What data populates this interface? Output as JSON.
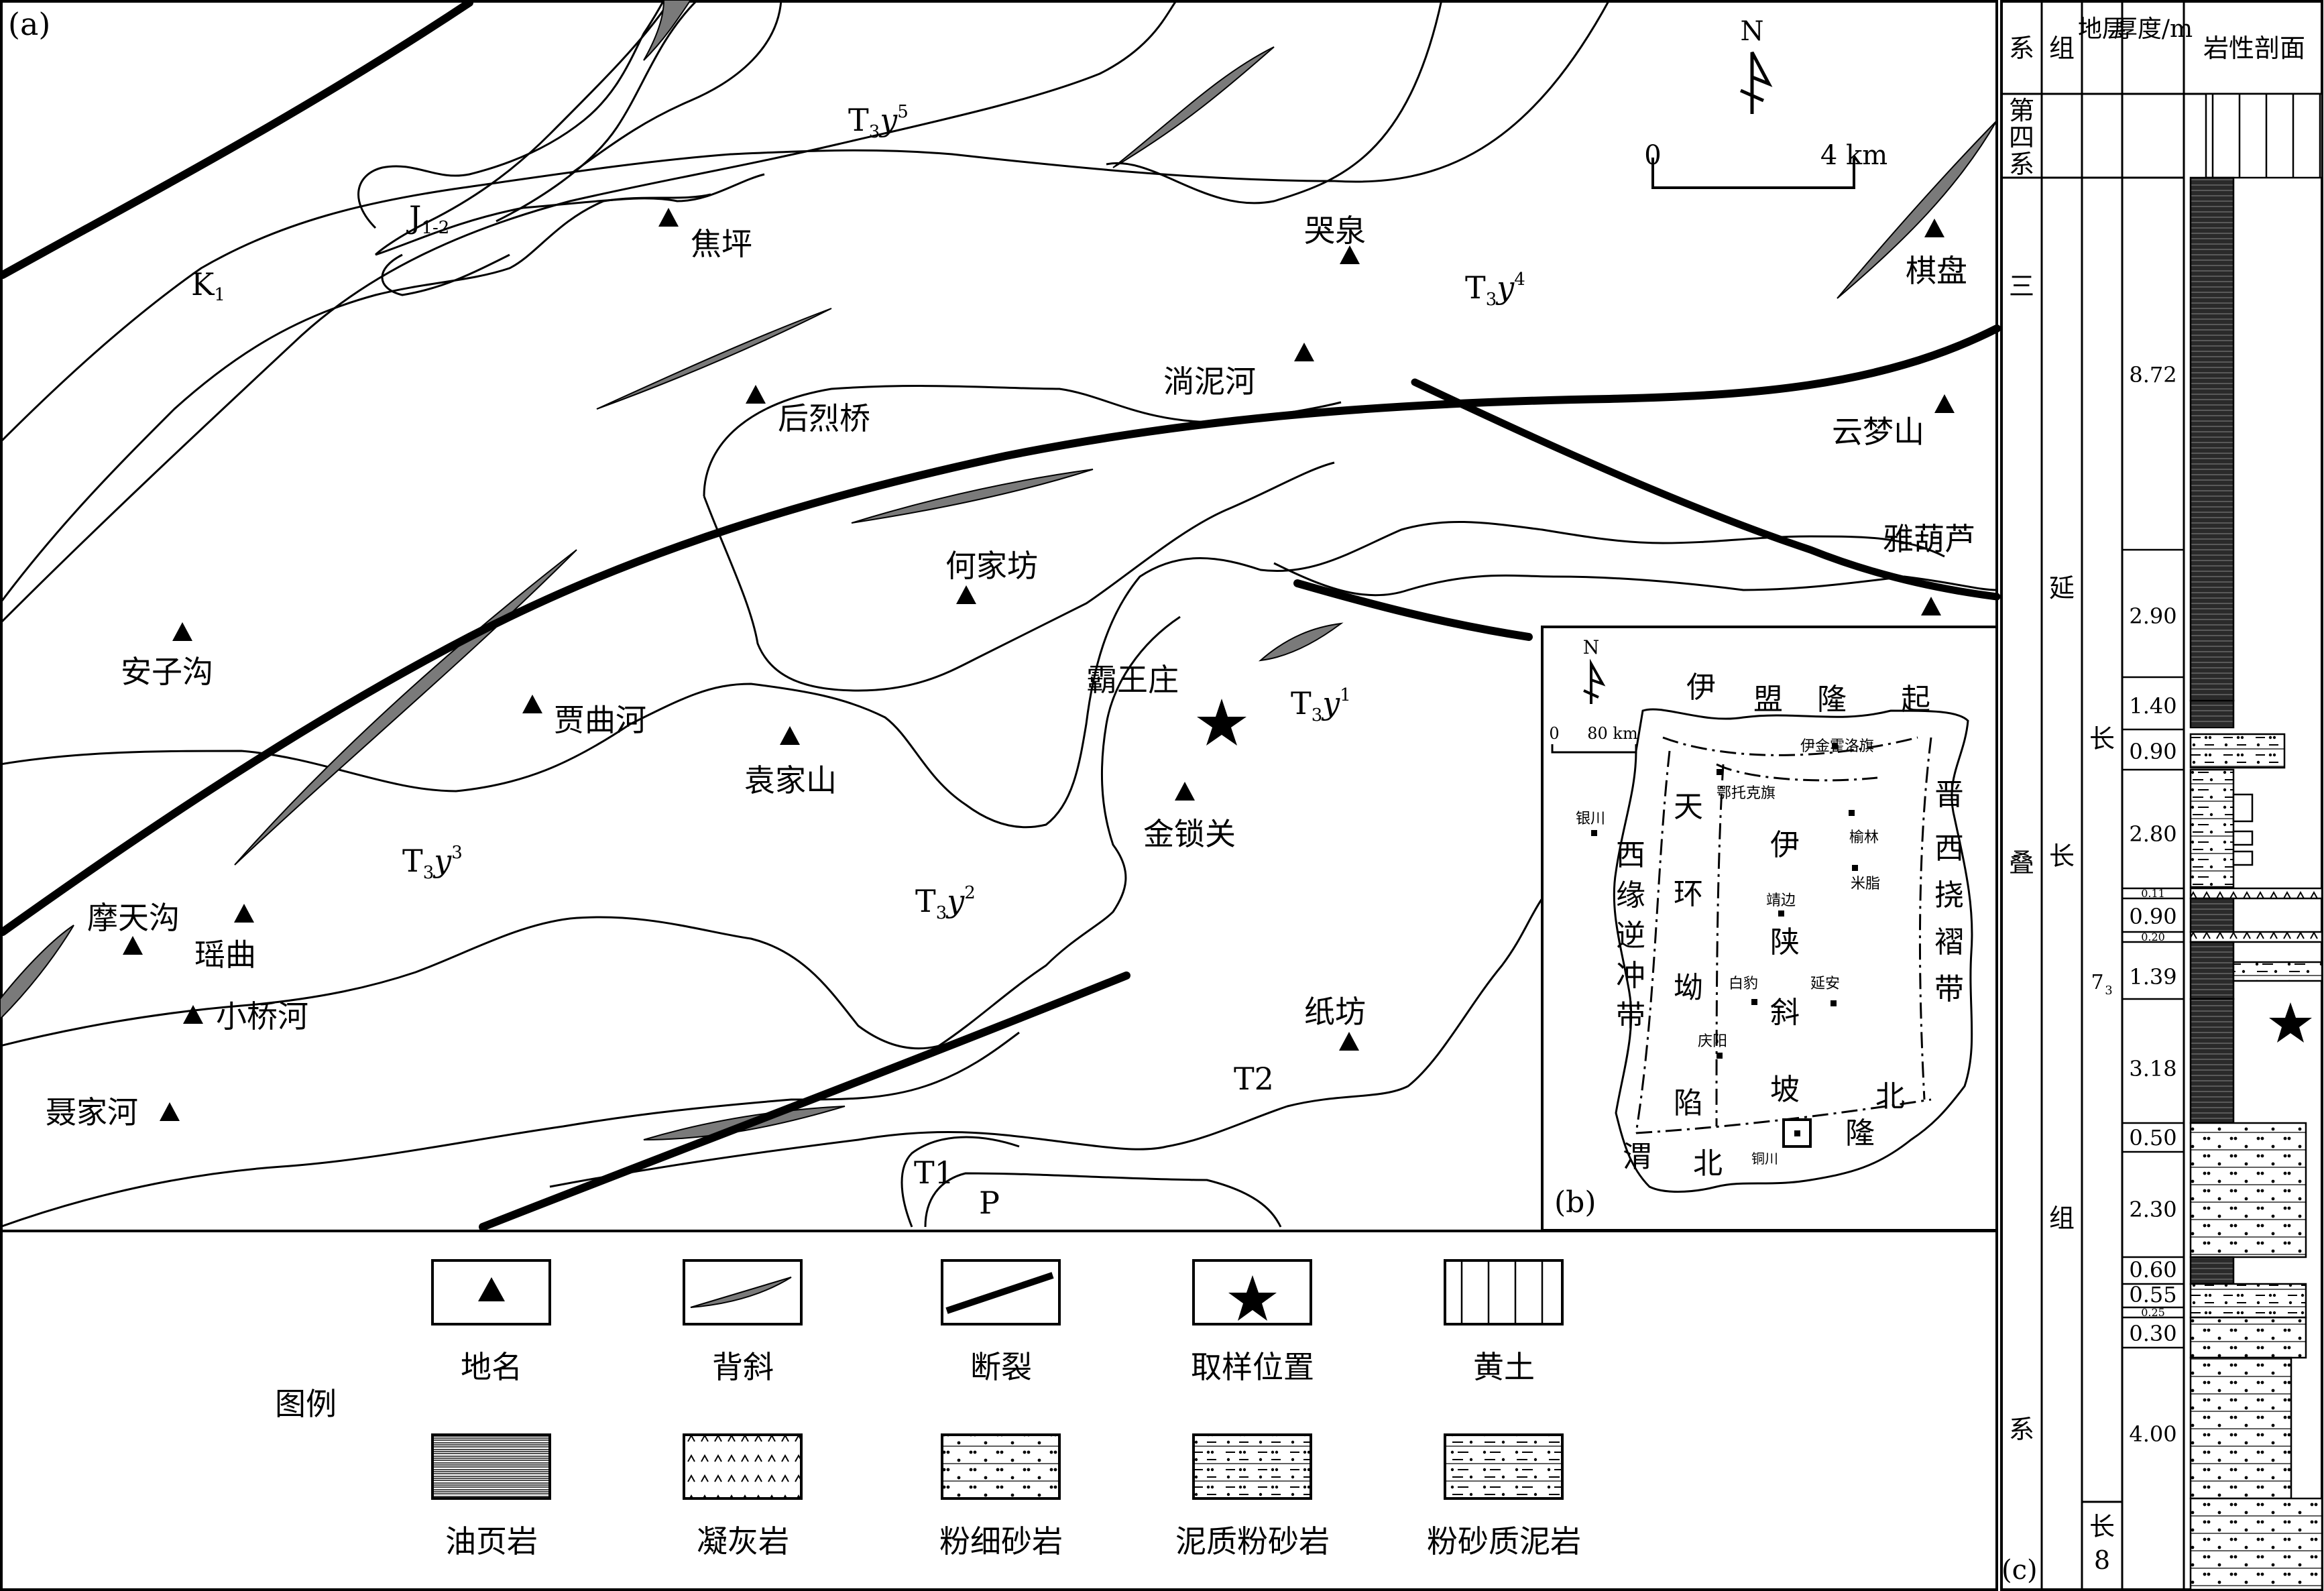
{
  "panels": {
    "a": "(a)",
    "b": "(b)",
    "c": "(c)"
  },
  "north": "N",
  "scalebar_a": {
    "start": "0",
    "end": "4 km"
  },
  "scalebar_b": {
    "start": "0",
    "end": "80 km"
  },
  "strata_labels": {
    "K1": {
      "base": "K",
      "sub": "1"
    },
    "J12": {
      "base": "J",
      "sub": "1-2"
    },
    "T3y5": {
      "base": "T",
      "sub": "3",
      "y": "y",
      "sup": "5"
    },
    "T3y4": {
      "base": "T",
      "sub": "3",
      "y": "y",
      "sup": "4"
    },
    "T3y3": {
      "base": "T",
      "sub": "3",
      "y": "y",
      "sup": "3"
    },
    "T3y2": {
      "base": "T",
      "sub": "3",
      "y": "y",
      "sup": "2"
    },
    "T3y1": {
      "base": "T",
      "sub": "3",
      "y": "y",
      "sup": "1"
    },
    "T2": "T2",
    "T1": "T1",
    "P": "P"
  },
  "places": {
    "jiaoping": "焦坪",
    "kuquan": "哭泉",
    "qipan": "棋盘",
    "houlieqiao": "后烈桥",
    "woniehe": "淌泥河",
    "yunmengshan": "云梦山",
    "yahulu": "雅葫芦",
    "hejiafang": "何家坊",
    "anzigou": "安子沟",
    "jiaquhe": "贾曲河",
    "bawangzhuang": "霸王庄",
    "yuanjiashan": "袁家山",
    "jinsuoguan": "金锁关",
    "motiangou": "摩天沟",
    "yaoqu": "瑶曲",
    "xiaoqiaohe": "小桥河",
    "niejiahe": "聂家河",
    "zhifang": "纸坊"
  },
  "inset": {
    "regions": [
      "伊",
      "盟",
      "隆",
      "起",
      "天",
      "伊",
      "陕",
      "斜",
      "坡",
      "环",
      "坳",
      "陷",
      "西",
      "缘",
      "逆",
      "冲",
      "带",
      "晋",
      "西",
      "挠",
      "褶",
      "带",
      "渭",
      "北",
      "隆",
      "北"
    ],
    "cities": [
      "伊金霍洛旗",
      "鄂托克旗",
      "银川",
      "榆林",
      "米脂",
      "靖边",
      "白豹",
      "延安",
      "庆阳",
      "铜川"
    ]
  },
  "legend": {
    "title": "图例",
    "items": [
      "地名",
      "背斜",
      "断裂",
      "取样位置",
      "黄土",
      "油页岩",
      "凝灰岩",
      "粉细砂岩",
      "泥质粉砂岩",
      "粉砂质泥岩"
    ]
  },
  "column": {
    "headers": [
      "系",
      "组",
      "地层",
      "厚度/m",
      "岩性剖面"
    ],
    "quaternary": [
      "第",
      "四",
      "系"
    ],
    "triassic": [
      "三",
      "叠",
      "系"
    ],
    "yanchang": [
      "延",
      "长",
      "组"
    ],
    "chang7": {
      "base": "长",
      "sub": "7",
      "num": "3"
    },
    "chang8": [
      "长",
      "8"
    ],
    "thicknesses": [
      "8.72",
      "2.90",
      "1.40",
      "0.90",
      "2.80",
      "0.11",
      "0.90",
      "0.20",
      "1.39",
      "3.18",
      "0.50",
      "2.30",
      "0.60",
      "0.55",
      "0.25",
      "0.30",
      "4.00"
    ]
  },
  "colors": {
    "ink": "#000000",
    "fold": "#7a7a7a",
    "paper": "#ffffff"
  }
}
